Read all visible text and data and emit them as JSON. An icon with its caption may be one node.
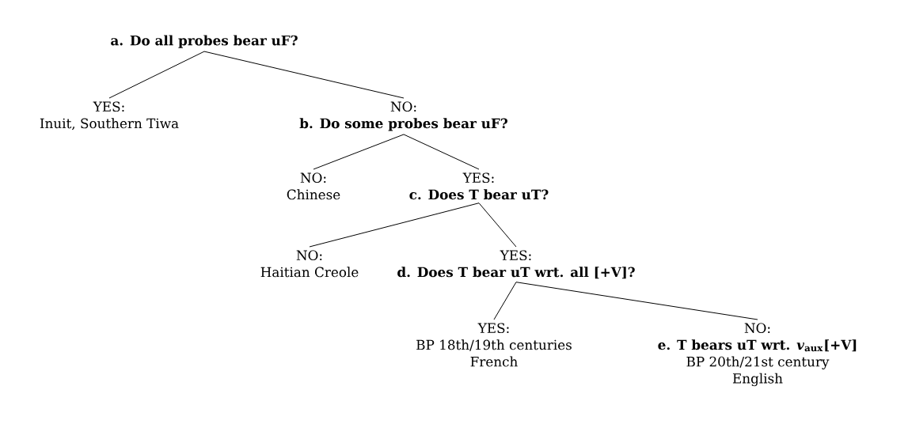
{
  "diagram": {
    "nodes": [
      {
        "text": [
          "a. Do all probes bear uF?"
        ]
      },
      {
        "text": [
          "YES:",
          "Inuit, Southern Tiwa"
        ]
      },
      {
        "text": [
          "NO:",
          "b. Do some probes bear uF?"
        ]
      },
      {
        "text": [
          "NO:",
          "Chinese"
        ]
      },
      {
        "text": [
          "YES:",
          "c. Does T bear uT?"
        ]
      },
      {
        "text": [
          "NO:",
          "Haitian Creole"
        ]
      },
      {
        "text": [
          "YES:",
          "d. Does T bear uT wrt. all [+V]?"
        ]
      },
      {
        "text": [
          "YES:",
          "BP 18th/19th centuries",
          "French"
        ]
      },
      {
        "text": [
          "NO:",
          "e. T bears uT wrt. *v*$_{aux}$[+V]",
          "BP 20th/21st century",
          "English"
        ]
      }
    ],
    "edges": [
      {
        "from": 0,
        "to": 1,
        "arrow": "none"
      },
      {
        "from": 0,
        "to": 2,
        "arrow": "none"
      },
      {
        "from": 2,
        "to": 3,
        "arrow": "none"
      },
      {
        "from": 2,
        "to": 4,
        "arrow": "none"
      },
      {
        "from": 4,
        "to": 5,
        "arrow": "none"
      },
      {
        "from": 4,
        "to": 6,
        "arrow": "none"
      },
      {
        "from": 6,
        "to": 7,
        "arrow": "none"
      },
      {
        "from": 6,
        "to": 8,
        "arrow": "none"
      }
    ]
  }
}
